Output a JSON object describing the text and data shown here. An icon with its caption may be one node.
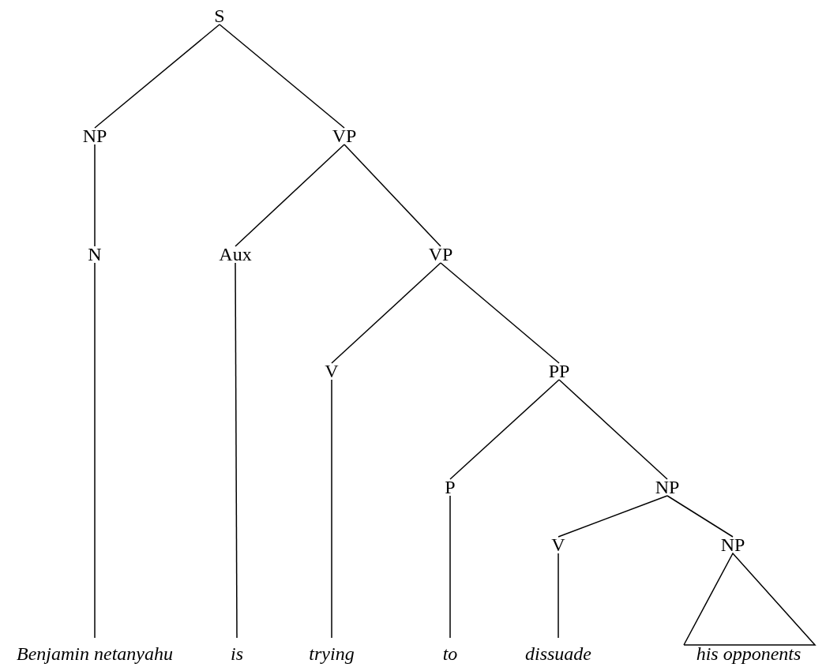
{
  "diagram": {
    "nodes": [
      {
        "text": [
          "S"
        ]
      },
      {
        "text": [
          "NP"
        ]
      },
      {
        "text": [
          "VP"
        ]
      },
      {
        "text": [
          "N"
        ]
      },
      {
        "text": [
          "Aux"
        ]
      },
      {
        "text": [
          "VP"
        ]
      },
      {
        "text": [
          "V"
        ]
      },
      {
        "text": [
          "PP"
        ]
      },
      {
        "text": [
          "P"
        ]
      },
      {
        "text": [
          "NP"
        ]
      },
      {
        "text": [
          "V"
        ]
      },
      {
        "text": [
          "NP"
        ]
      },
      {
        "text": [
          "Benjamin netanyahu"
        ]
      },
      {
        "text": [
          "is"
        ]
      },
      {
        "text": [
          "trying"
        ]
      },
      {
        "text": [
          "to"
        ]
      },
      {
        "text": [
          "dissuade"
        ]
      },
      {
        "text": [
          "his opponents"
        ]
      }
    ],
    "edges": [
      {
        "from": 0,
        "to": 1,
        "arrow": "none"
      },
      {
        "from": 0,
        "to": 2,
        "arrow": "none"
      },
      {
        "from": 1,
        "to": 3,
        "arrow": "none"
      },
      {
        "from": 2,
        "to": 4,
        "arrow": "none"
      },
      {
        "from": 2,
        "to": 5,
        "arrow": "none"
      },
      {
        "from": 5,
        "to": 6,
        "arrow": "none"
      },
      {
        "from": 5,
        "to": 7,
        "arrow": "none"
      },
      {
        "from": 7,
        "to": 8,
        "arrow": "none"
      },
      {
        "from": 7,
        "to": 9,
        "arrow": "none"
      },
      {
        "from": 9,
        "to": 10,
        "arrow": "none"
      },
      {
        "from": 9,
        "to": 11,
        "arrow": "none"
      },
      {
        "from": 3,
        "to": 12,
        "arrow": "none"
      },
      {
        "from": 4,
        "to": 13,
        "arrow": "none"
      },
      {
        "from": 6,
        "to": 14,
        "arrow": "none"
      },
      {
        "from": 8,
        "to": 15,
        "arrow": "none"
      },
      {
        "from": 10,
        "to": 16,
        "arrow": "none"
      },
      {
        "from": 11,
        "to": 17,
        "arrow": "none"
      }
    ]
  }
}
